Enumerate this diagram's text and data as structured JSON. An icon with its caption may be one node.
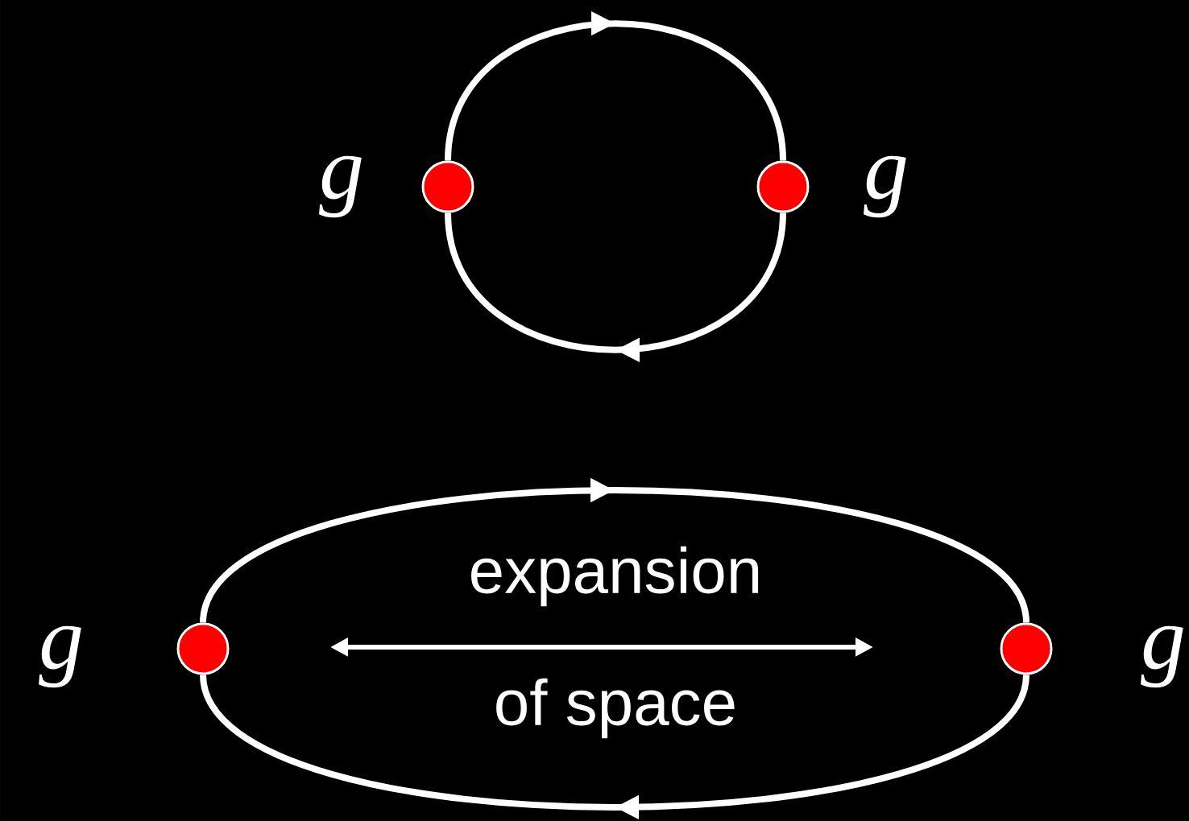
{
  "diagram": {
    "nodes": [
      {
        "text": [],
        "shape": "circle",
        "beside": [
          "g"
        ]
      },
      {
        "text": [],
        "shape": "circle",
        "beside": [
          "g"
        ]
      },
      {
        "text": [],
        "shape": "circle",
        "beside": [
          "g"
        ]
      },
      {
        "text": [],
        "shape": "circle",
        "beside": [
          "g"
        ]
      }
    ],
    "edges": [
      {
        "from": 0,
        "to": 1,
        "arrow": "to"
      },
      {
        "from": 1,
        "to": 0,
        "arrow": "to"
      },
      {
        "from": 2,
        "to": 3,
        "arrow": "to"
      },
      {
        "from": 3,
        "to": 2,
        "arrow": "to"
      }
    ],
    "labels": [
      "expansion",
      "of space"
    ]
  }
}
